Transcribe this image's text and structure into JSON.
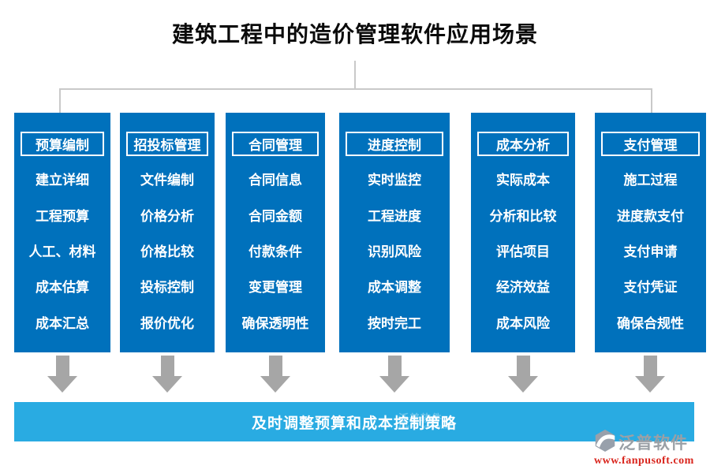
{
  "title": "建筑工程中的造价管理软件应用场景",
  "colors": {
    "column_blue": "#0071BC",
    "bar_cyan": "#29ABE2",
    "arrow_gray": "#A6A6A6",
    "connector_gray": "#C9C9C9",
    "logo_text_gray": "#9AA0A6",
    "logo_url_red": "#D9251D"
  },
  "columns": [
    {
      "header": "预算编制",
      "items": [
        "建立详细",
        "工程预算",
        "人工、材料",
        "成本估算",
        "成本汇总"
      ]
    },
    {
      "header": "招投标管理",
      "items": [
        "文件编制",
        "价格分析",
        "价格比较",
        "投标控制",
        "报价优化"
      ]
    },
    {
      "header": "合同管理",
      "items": [
        "合同信息",
        "合同金额",
        "付款条件",
        "变更管理",
        "确保透明性"
      ]
    },
    {
      "header": "进度控制",
      "items": [
        "实时监控",
        "工程进度",
        "识别风险",
        "成本调整",
        "按时完工"
      ]
    },
    {
      "header": "成本分析",
      "items": [
        "实际成本",
        "分析和比较",
        "评估项目",
        "经济效益",
        "成本风险"
      ]
    },
    {
      "header": "支付管理",
      "items": [
        "施工过程",
        "进度款支付",
        "支付申请",
        "支付凭证",
        "确保合规性"
      ]
    }
  ],
  "bottom_bar": {
    "label": "及时调整预算和成本控制策略"
  },
  "watermark": {
    "name": "泛普软件",
    "subtitle": "FANPU SOFTWARE"
  },
  "logo": {
    "name": "泛普软件",
    "url": "www.fanpusoft.com"
  }
}
